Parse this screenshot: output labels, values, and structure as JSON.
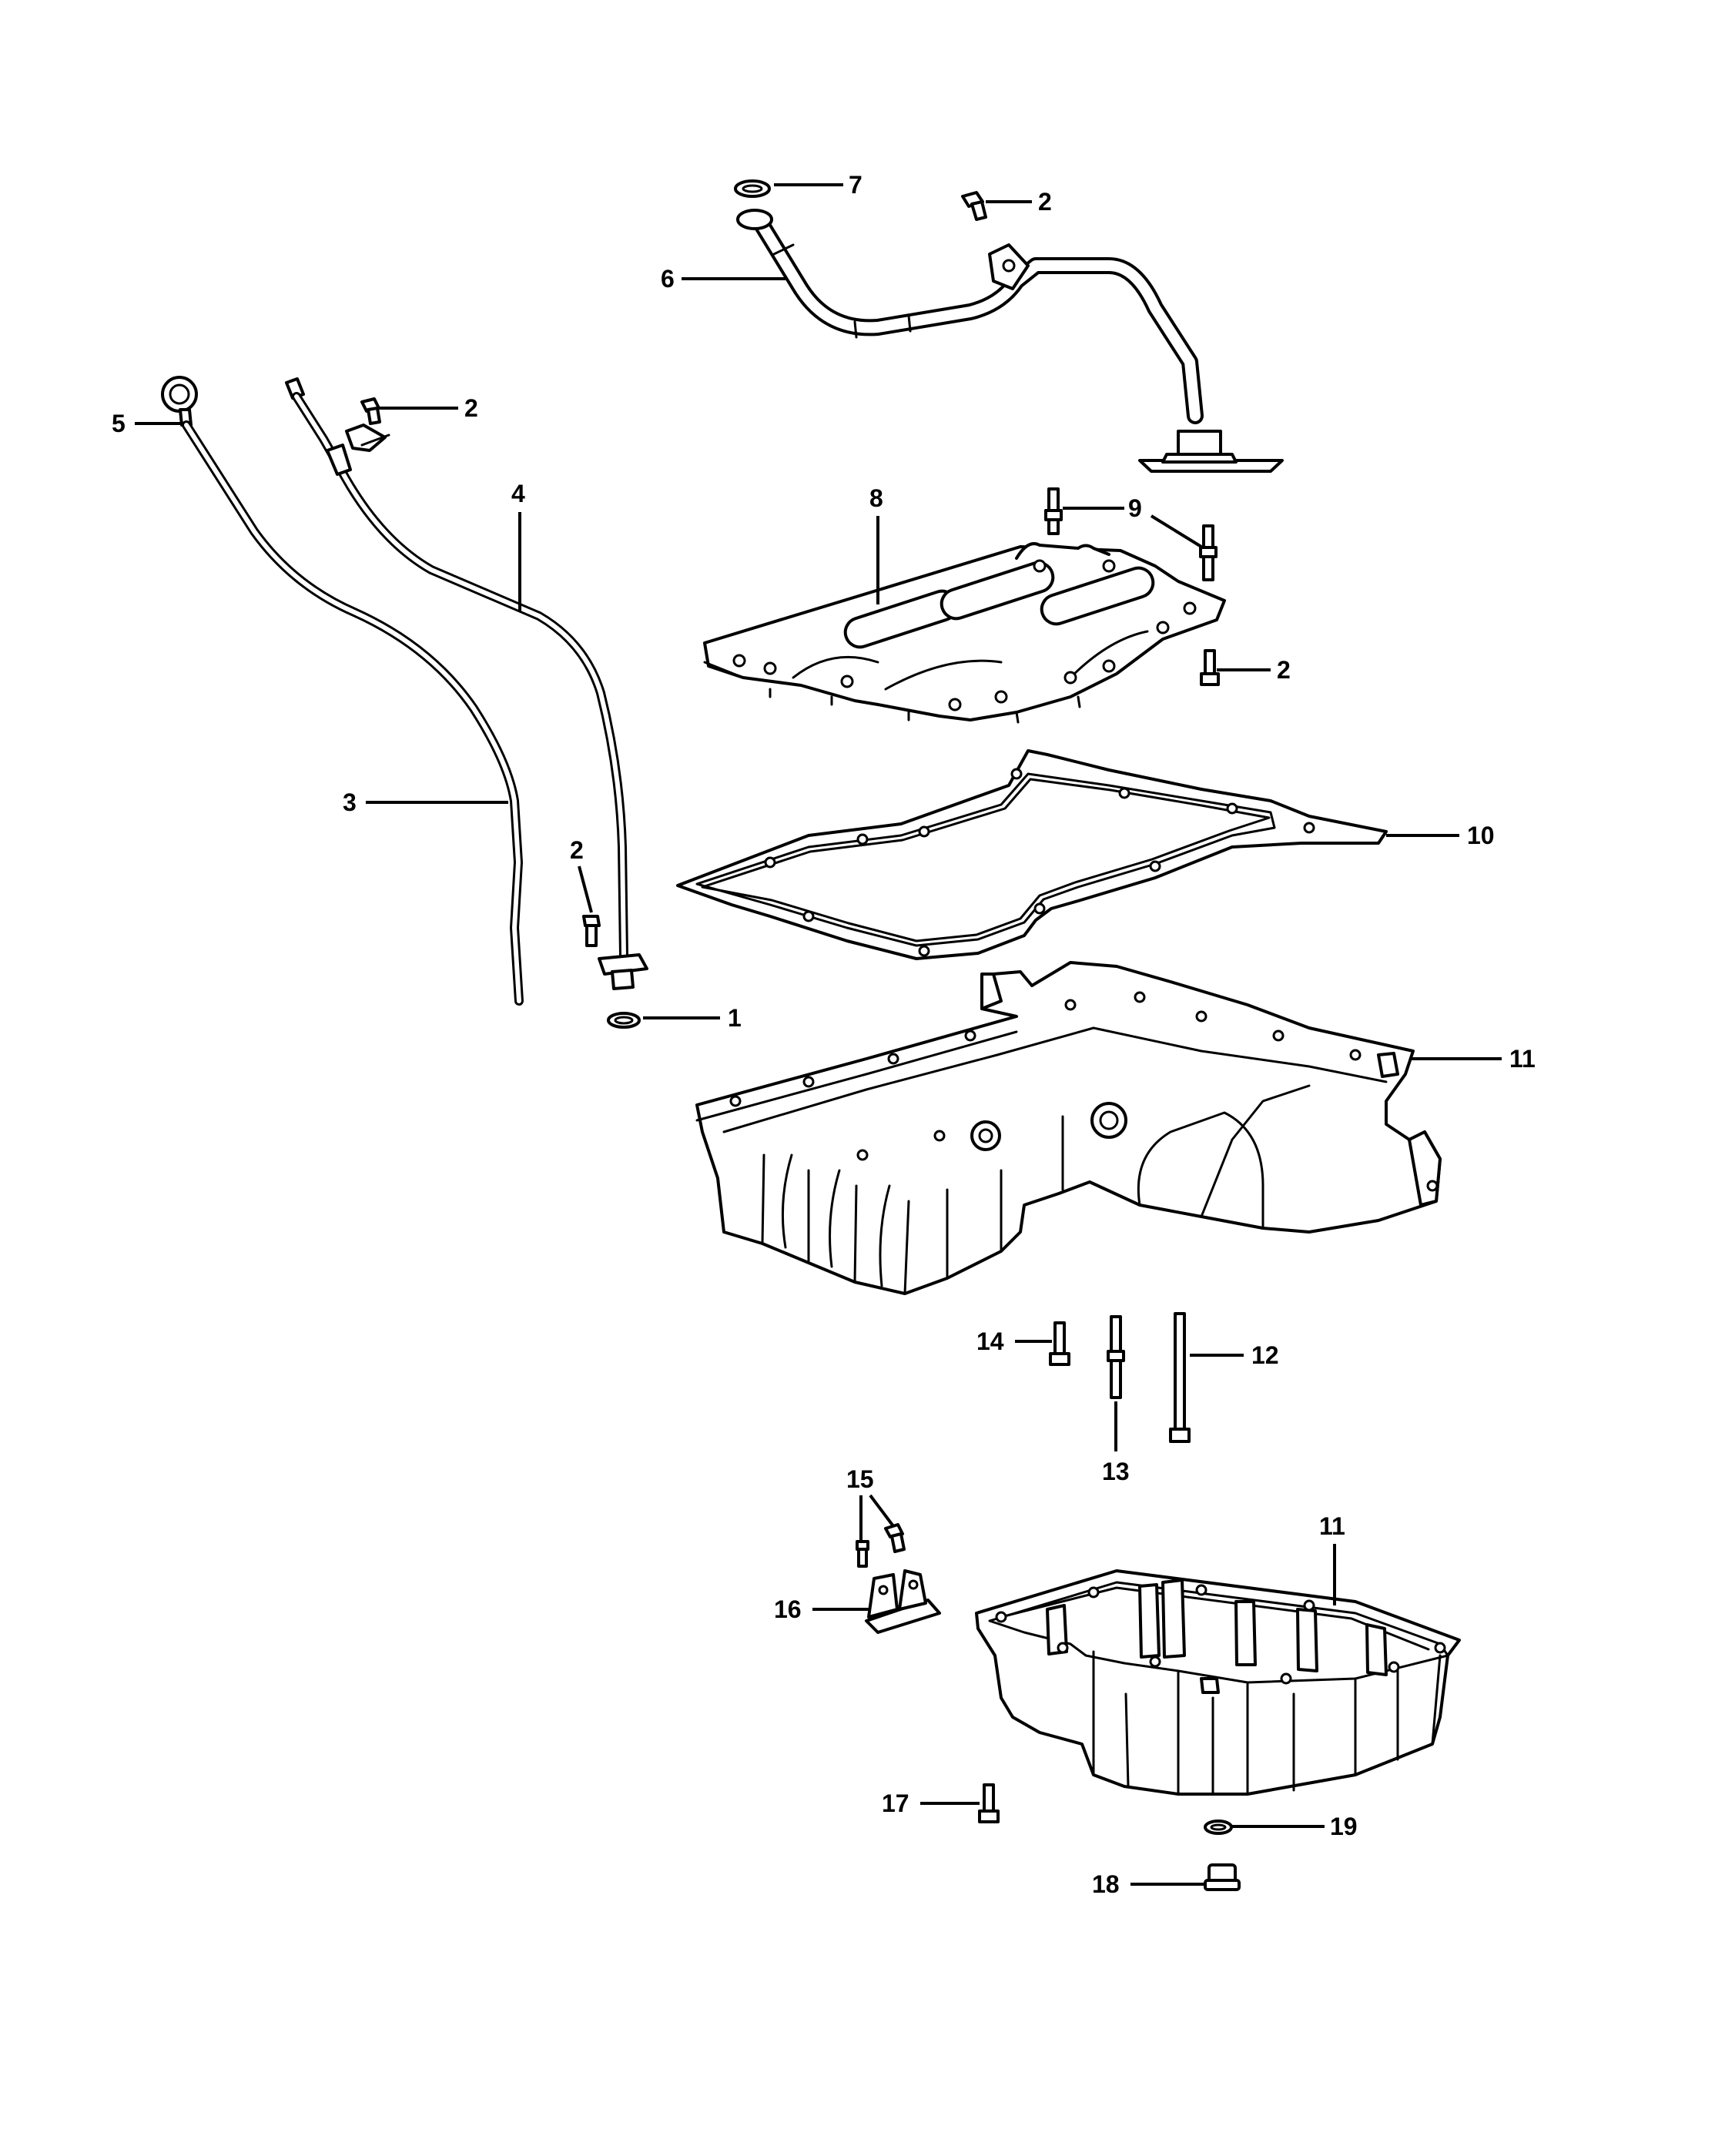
{
  "diagram": {
    "callouts": {
      "c1": "1",
      "c2a": "2",
      "c2b": "2",
      "c2c": "2",
      "c2d": "2",
      "c3": "3",
      "c4": "4",
      "c5": "5",
      "c6": "6",
      "c7": "7",
      "c8": "8",
      "c9": "9",
      "c10": "10",
      "c11a": "11",
      "c11b": "11",
      "c12": "12",
      "c13": "13",
      "c14": "14",
      "c15": "15",
      "c16": "16",
      "c17": "17",
      "c18": "18",
      "c19": "19"
    }
  }
}
